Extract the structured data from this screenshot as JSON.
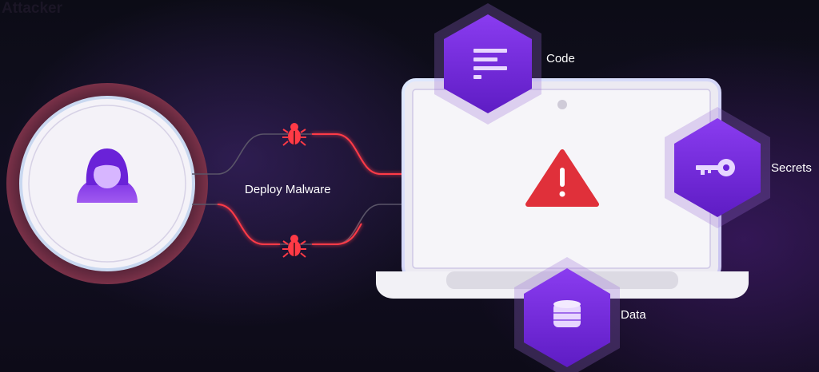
{
  "attacker": {
    "label": "Attacker",
    "icon": "hooded-hacker-icon"
  },
  "connection": {
    "label": "Deploy Malware",
    "icon": "bug-icon"
  },
  "target": {
    "icon": "warning-triangle-icon",
    "device": "laptop"
  },
  "assets": [
    {
      "label": "Code",
      "icon": "document-lines-icon"
    },
    {
      "label": "Secrets",
      "icon": "key-icon"
    },
    {
      "label": "Data",
      "icon": "database-icon"
    }
  ],
  "colors": {
    "accent_purple": "#7c2fe0",
    "alert_red": "#e0303a",
    "ring_outer": "#6e2a3e",
    "text": "#ffffff"
  }
}
